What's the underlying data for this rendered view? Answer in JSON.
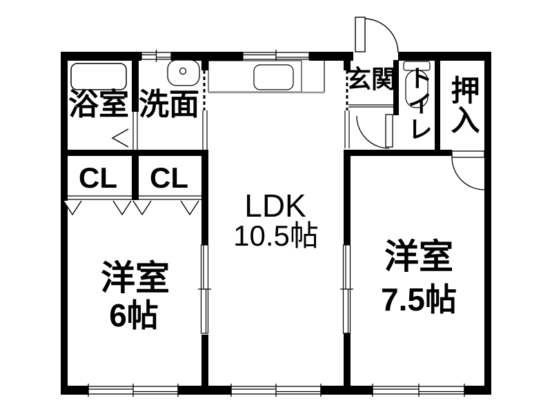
{
  "floorplan": {
    "type": "japanese-apartment-floor-plan",
    "colors": {
      "wall": "#000000",
      "background": "#ffffff",
      "line": "#000000"
    },
    "rooms": {
      "bathroom": {
        "label": "浴室"
      },
      "washroom": {
        "label": "洗面"
      },
      "ldk": {
        "label": "LDK",
        "size": "10.5帖"
      },
      "genkan": {
        "label": "玄関"
      },
      "toilet": {
        "label": "トイレ"
      },
      "oshiire": {
        "label": "押入"
      },
      "closet_left": {
        "label": "CL"
      },
      "closet_right": {
        "label": "CL"
      },
      "bedroom_left": {
        "label": "洋室",
        "size": "6帖"
      },
      "bedroom_right": {
        "label": "洋室",
        "size": "7.5帖"
      }
    }
  }
}
